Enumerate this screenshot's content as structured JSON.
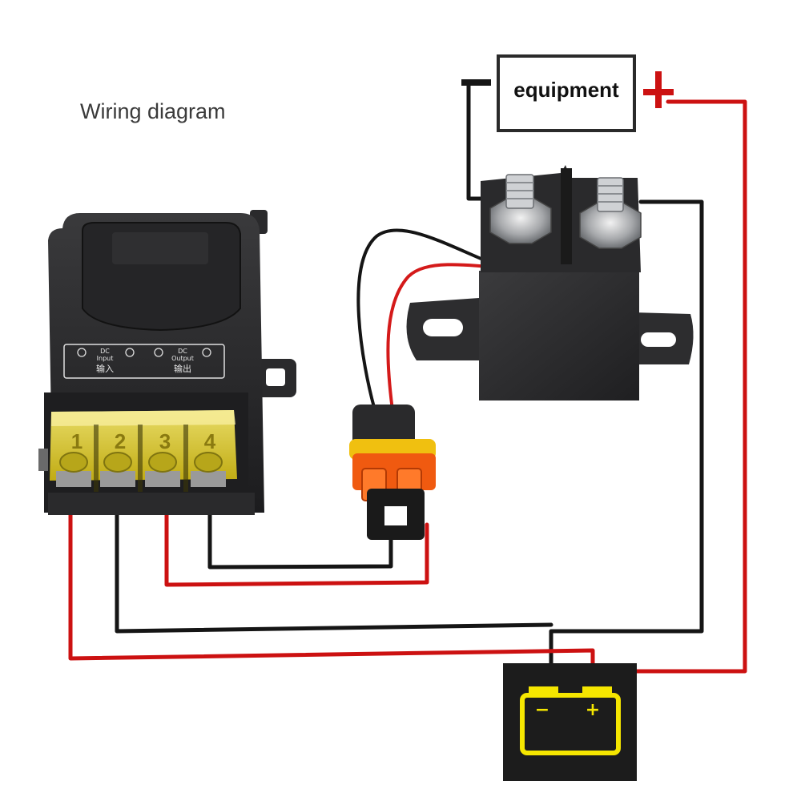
{
  "caption": "Wiring diagram",
  "equipment": {
    "label": "equipment",
    "minus": "-",
    "plus": "+"
  },
  "receiver": {
    "label_input_dc": "DC",
    "label_input_en": "Input",
    "label_input_cn": "输入",
    "label_output_dc": "DC",
    "label_output_en": "Output",
    "label_output_cn": "输出",
    "terminals": [
      "1",
      "2",
      "3",
      "4"
    ]
  },
  "battery": {
    "minus": "−",
    "plus": "+"
  },
  "colors": {
    "positive_wire": "#cc1111",
    "negative_wire": "#151515",
    "battery_yellow": "#f5e600",
    "terminal_amber": "#d8c418",
    "connector_orange": "#f05a10",
    "connector_yellow": "#f0c010"
  }
}
